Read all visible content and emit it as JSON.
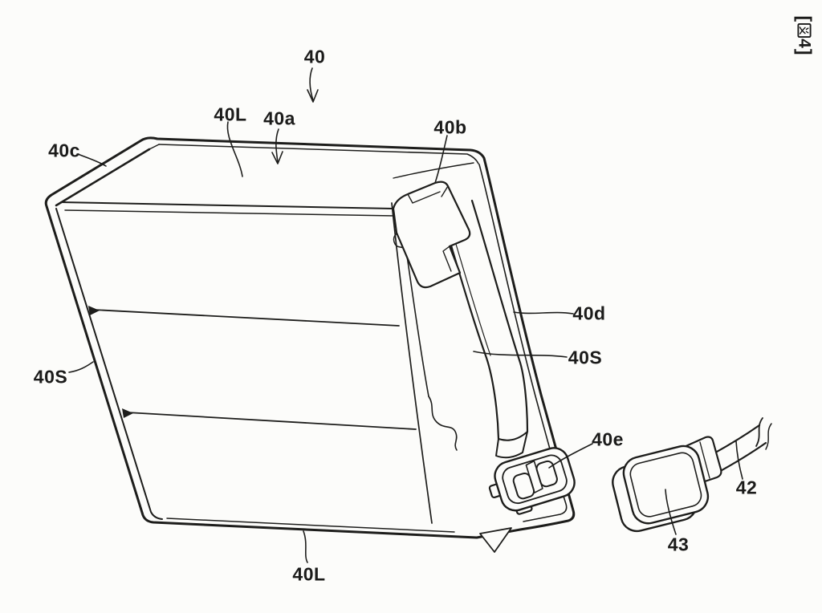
{
  "figure_tag": {
    "full": "【図4】",
    "open_bracket": "[",
    "kanji": "図",
    "number": "4",
    "close_bracket": "]"
  },
  "ref_labels": {
    "n40": "40",
    "n40L_top": "40L",
    "n40a": "40a",
    "n40b": "40b",
    "n40c": "40c",
    "n40S_left": "40S",
    "n40d": "40d",
    "n40S_right": "40S",
    "n40e": "40e",
    "n42": "42",
    "n43": "43",
    "n40L_bottom": "40L"
  },
  "colors": {
    "line": "#1d1d1b",
    "background": "#fcfcfa"
  }
}
